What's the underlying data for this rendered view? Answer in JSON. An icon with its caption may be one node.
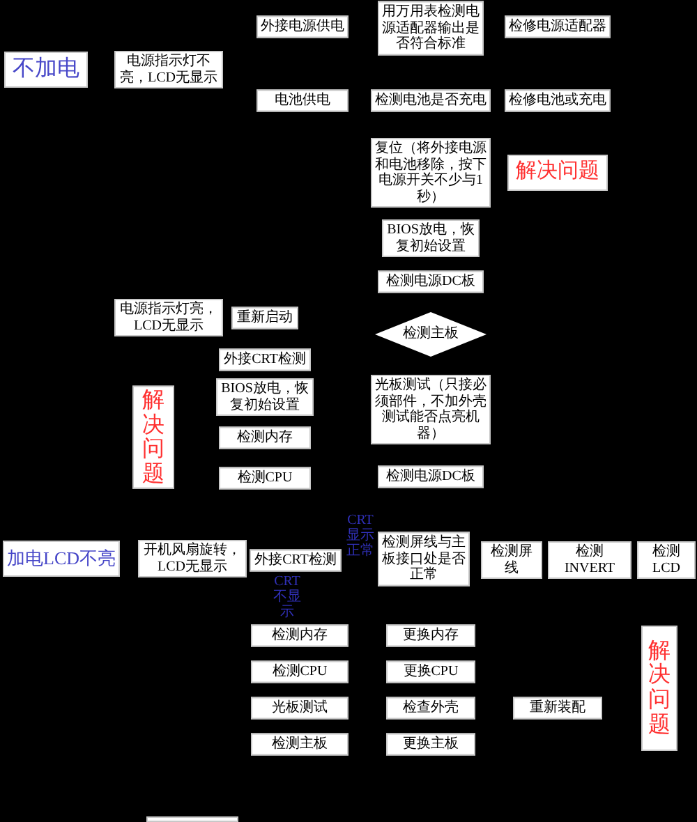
{
  "diagram": {
    "nodes": [
      {
        "text": [
          "不加电"
        ]
      },
      {
        "text": [
          "电源指示灯不亮，LCD无显示"
        ]
      },
      {
        "text": [
          "外接电源供电"
        ]
      },
      {
        "text": [
          "电池供电"
        ]
      },
      {
        "text": [
          "用万用表检测电源适配器输出是否符合标准"
        ]
      },
      {
        "text": [
          "检修电源适配器"
        ]
      },
      {
        "text": [
          "检测电池是否充电"
        ]
      },
      {
        "text": [
          "检修电池或充电"
        ]
      },
      {
        "text": [
          "复位（将外接电源和电池移除，按下电源开关不少与1秒）"
        ]
      },
      {
        "text": [
          "解决问题"
        ]
      },
      {
        "text": [
          "BIOS放电，恢复初始设置"
        ]
      },
      {
        "text": [
          "检测电源DC板"
        ]
      },
      {
        "text": [
          "检测主板"
        ]
      },
      {
        "text": [
          "光板测试（只接必须部件，不加外壳测试能否点亮机器）"
        ]
      },
      {
        "text": [
          "检测电源DC板"
        ]
      },
      {
        "text": [
          "电源指示灯亮，LCD无显示"
        ]
      },
      {
        "text": [
          "重新启动"
        ]
      },
      {
        "text": [
          "外接CRT检测"
        ]
      },
      {
        "text": [
          "BIOS放电，恢复初始设置"
        ]
      },
      {
        "text": [
          "检测内存"
        ]
      },
      {
        "text": [
          "检测CPU"
        ]
      },
      {
        "text": [
          "解决问题"
        ]
      },
      {
        "text": [
          "加电LCD不亮"
        ]
      },
      {
        "text": [
          "开机风扇旋转，LCD无显示"
        ]
      },
      {
        "text": [
          "外接CRT检测"
        ]
      },
      {
        "text": [
          "检测屏线与主板接口处是否正常"
        ]
      },
      {
        "text": [
          "检测屏线"
        ]
      },
      {
        "text": [
          "检测INVERT"
        ]
      },
      {
        "text": [
          "检测LCD"
        ]
      },
      {
        "text": [
          "检测内存"
        ]
      },
      {
        "text": [
          "检测CPU"
        ]
      },
      {
        "text": [
          "光板测试"
        ]
      },
      {
        "text": [
          "检测主板"
        ]
      },
      {
        "text": [
          "更换内存"
        ]
      },
      {
        "text": [
          "更换CPU"
        ]
      },
      {
        "text": [
          "检查外壳"
        ]
      },
      {
        "text": [
          "更换主板"
        ]
      },
      {
        "text": [
          "重新装配"
        ]
      },
      {
        "text": [
          "解决问题"
        ]
      },
      {
        "text": [],
        "shape": "box"
      }
    ],
    "labels": [
      "CRT显示正常",
      "CRT不显示"
    ]
  }
}
